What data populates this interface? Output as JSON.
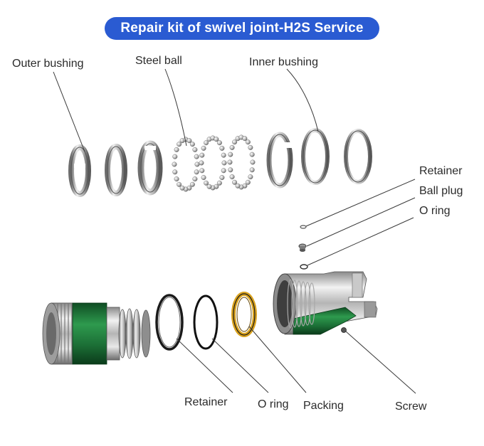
{
  "title": "Repair kit of swivel joint-H2S Service",
  "labels": {
    "outer_bushing": "Outer bushing",
    "steel_ball": "Steel ball",
    "inner_bushing": "Inner bushing",
    "retainer_top": "Retainer",
    "ball_plug": "Ball plug",
    "o_ring_top": "O ring",
    "retainer_bottom": "Retainer",
    "o_ring_bottom": "O ring",
    "packing": "Packing",
    "screw": "Screw"
  },
  "colors": {
    "title_bg": "#2a5bd2",
    "metal_light": "#e4e4e4",
    "metal_dark": "#4a4a4a",
    "green_band": "#1f7a3c",
    "packing_gold": "#d9a21e",
    "leader_line": "#3a3a3a"
  }
}
